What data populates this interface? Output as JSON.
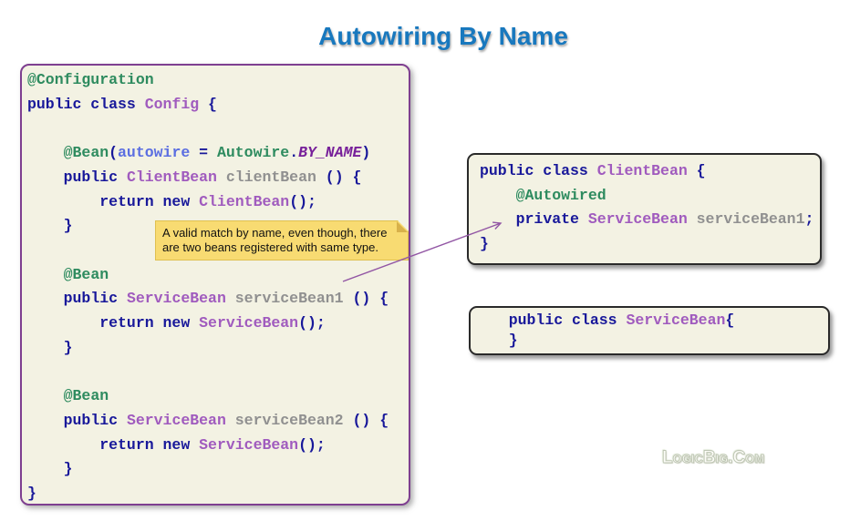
{
  "title": "Autowiring By Name",
  "palette": {
    "title_blue": "#1878BE",
    "kw": "#18189A",
    "ann": "#2E8B5F",
    "cls": "#A05BBE",
    "mth": "#909090",
    "prm": "#5B6EE1",
    "cnst": "#77209A",
    "pun": "#18189A",
    "box_bg": "#F3F2E3",
    "left_border": "#7E3F90",
    "right_border": "#2A2A2A",
    "tooltip_bg": "#F8DB72",
    "tooltip_border": "#DFC050",
    "tooltip_fold": "#D8B14A",
    "arrow": "#9256A4"
  },
  "config_box": {
    "lines": [
      [
        {
          "c": "ann",
          "t": "@Configuration"
        }
      ],
      [
        {
          "c": "kw",
          "t": "public class"
        },
        {
          "c": "pun",
          "t": " "
        },
        {
          "c": "cls",
          "t": "Config"
        },
        {
          "c": "pun",
          "t": " {"
        }
      ],
      [],
      [
        {
          "c": "pun",
          "t": "    "
        },
        {
          "c": "ann",
          "t": "@Bean"
        },
        {
          "c": "pun",
          "t": "("
        },
        {
          "c": "prm",
          "t": "autowire"
        },
        {
          "c": "pun",
          "t": " = "
        },
        {
          "c": "ann",
          "t": "Autowire"
        },
        {
          "c": "pun",
          "t": "."
        },
        {
          "c": "cnst",
          "t": "BY_NAME"
        },
        {
          "c": "pun",
          "t": ")"
        }
      ],
      [
        {
          "c": "pun",
          "t": "    "
        },
        {
          "c": "kw",
          "t": "public"
        },
        {
          "c": "pun",
          "t": " "
        },
        {
          "c": "cls",
          "t": "ClientBean"
        },
        {
          "c": "pun",
          "t": " "
        },
        {
          "c": "mth",
          "t": "clientBean"
        },
        {
          "c": "pun",
          "t": " () {"
        }
      ],
      [
        {
          "c": "pun",
          "t": "        "
        },
        {
          "c": "kw",
          "t": "return new"
        },
        {
          "c": "pun",
          "t": " "
        },
        {
          "c": "cls",
          "t": "ClientBean"
        },
        {
          "c": "pun",
          "t": "();"
        }
      ],
      [
        {
          "c": "pun",
          "t": "    }"
        }
      ],
      [],
      [
        {
          "c": "pun",
          "t": "    "
        },
        {
          "c": "ann",
          "t": "@Bean"
        }
      ],
      [
        {
          "c": "pun",
          "t": "    "
        },
        {
          "c": "kw",
          "t": "public"
        },
        {
          "c": "pun",
          "t": " "
        },
        {
          "c": "cls",
          "t": "ServiceBean"
        },
        {
          "c": "pun",
          "t": " "
        },
        {
          "c": "mth",
          "t": "serviceBean1"
        },
        {
          "c": "pun",
          "t": " () {"
        }
      ],
      [
        {
          "c": "pun",
          "t": "        "
        },
        {
          "c": "kw",
          "t": "return new"
        },
        {
          "c": "pun",
          "t": " "
        },
        {
          "c": "cls",
          "t": "ServiceBean"
        },
        {
          "c": "pun",
          "t": "();"
        }
      ],
      [
        {
          "c": "pun",
          "t": "    }"
        }
      ],
      [],
      [
        {
          "c": "pun",
          "t": "    "
        },
        {
          "c": "ann",
          "t": "@Bean"
        }
      ],
      [
        {
          "c": "pun",
          "t": "    "
        },
        {
          "c": "kw",
          "t": "public"
        },
        {
          "c": "pun",
          "t": " "
        },
        {
          "c": "cls",
          "t": "ServiceBean"
        },
        {
          "c": "pun",
          "t": " "
        },
        {
          "c": "mth",
          "t": "serviceBean2"
        },
        {
          "c": "pun",
          "t": " () {"
        }
      ],
      [
        {
          "c": "pun",
          "t": "        "
        },
        {
          "c": "kw",
          "t": "return new"
        },
        {
          "c": "pun",
          "t": " "
        },
        {
          "c": "cls",
          "t": "ServiceBean"
        },
        {
          "c": "pun",
          "t": "();"
        }
      ],
      [
        {
          "c": "pun",
          "t": "    }"
        }
      ],
      [
        {
          "c": "pun",
          "t": "}"
        }
      ]
    ]
  },
  "client_box": {
    "lines": [
      [
        {
          "c": "kw",
          "t": "public class"
        },
        {
          "c": "pun",
          "t": " "
        },
        {
          "c": "cls",
          "t": "ClientBean"
        },
        {
          "c": "pun",
          "t": " {"
        }
      ],
      [
        {
          "c": "pun",
          "t": "    "
        },
        {
          "c": "ann",
          "t": "@Autowired"
        }
      ],
      [
        {
          "c": "pun",
          "t": "    "
        },
        {
          "c": "kw",
          "t": "private"
        },
        {
          "c": "pun",
          "t": " "
        },
        {
          "c": "cls",
          "t": "ServiceBean"
        },
        {
          "c": "pun",
          "t": " "
        },
        {
          "c": "mth",
          "t": "serviceBean1"
        },
        {
          "c": "pun",
          "t": ";"
        }
      ],
      [
        {
          "c": "pun",
          "t": "}"
        }
      ]
    ]
  },
  "service_box": {
    "lines": [
      [
        {
          "c": "pun",
          "t": "   "
        },
        {
          "c": "kw",
          "t": "public class"
        },
        {
          "c": "pun",
          "t": " "
        },
        {
          "c": "cls",
          "t": "ServiceBean"
        },
        {
          "c": "pun",
          "t": "{"
        }
      ],
      [
        {
          "c": "pun",
          "t": "   }"
        }
      ]
    ]
  },
  "tooltip": {
    "text": "A valid match by name, even though, there are two beans registered with same type."
  },
  "watermark": {
    "text": "LogicBig.Com"
  }
}
